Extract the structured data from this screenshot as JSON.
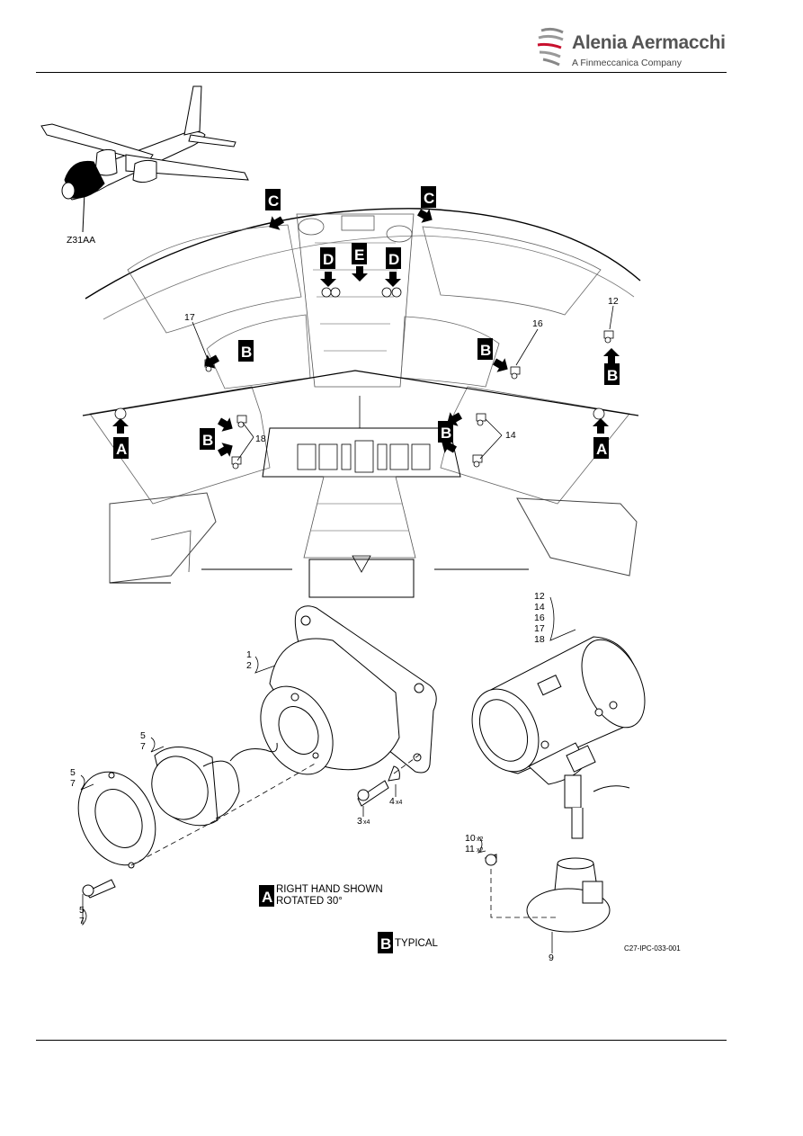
{
  "brand": {
    "name": "Alenia Aermacchi",
    "tagline": "A Finmeccanica Company",
    "logo_icon": "swoosh-logo-icon",
    "accent": "#c8102e"
  },
  "locator_label": "Z31AA",
  "view_labels": {
    "c_left": "C",
    "c_right": "C",
    "d_left": "D",
    "e_center": "E",
    "d_right": "D",
    "b_1": "B",
    "b_2": "B",
    "b_3": "B",
    "b_4": "B",
    "b_5": "B",
    "a_left": "A",
    "a_right": "A"
  },
  "cockpit_callouts": {
    "c12": "12",
    "c14": "14",
    "c16": "16",
    "c17": "17",
    "c18": "18"
  },
  "detail_callouts": {
    "item_1": "1",
    "item_2": "2",
    "item_5a": "5",
    "item_7a": "7",
    "item_5b": "5",
    "item_7b": "7",
    "item_5c": "5",
    "item_7c": "7",
    "item_3": "3",
    "qty_3": "x4",
    "item_4": "4",
    "qty_4": "x4",
    "light_items": [
      "12",
      "14",
      "16",
      "17",
      "18"
    ],
    "item_10": "10",
    "qty_10": "x2",
    "item_11": "11",
    "qty_11": "x2",
    "item_9": "9"
  },
  "notes": {
    "a_box": "A",
    "a_line1": "RIGHT HAND SHOWN",
    "a_line2": "ROTATED 30°",
    "b_box": "B",
    "b_text": "TYPICAL"
  },
  "figure_id": "C27-IPC-033-001"
}
